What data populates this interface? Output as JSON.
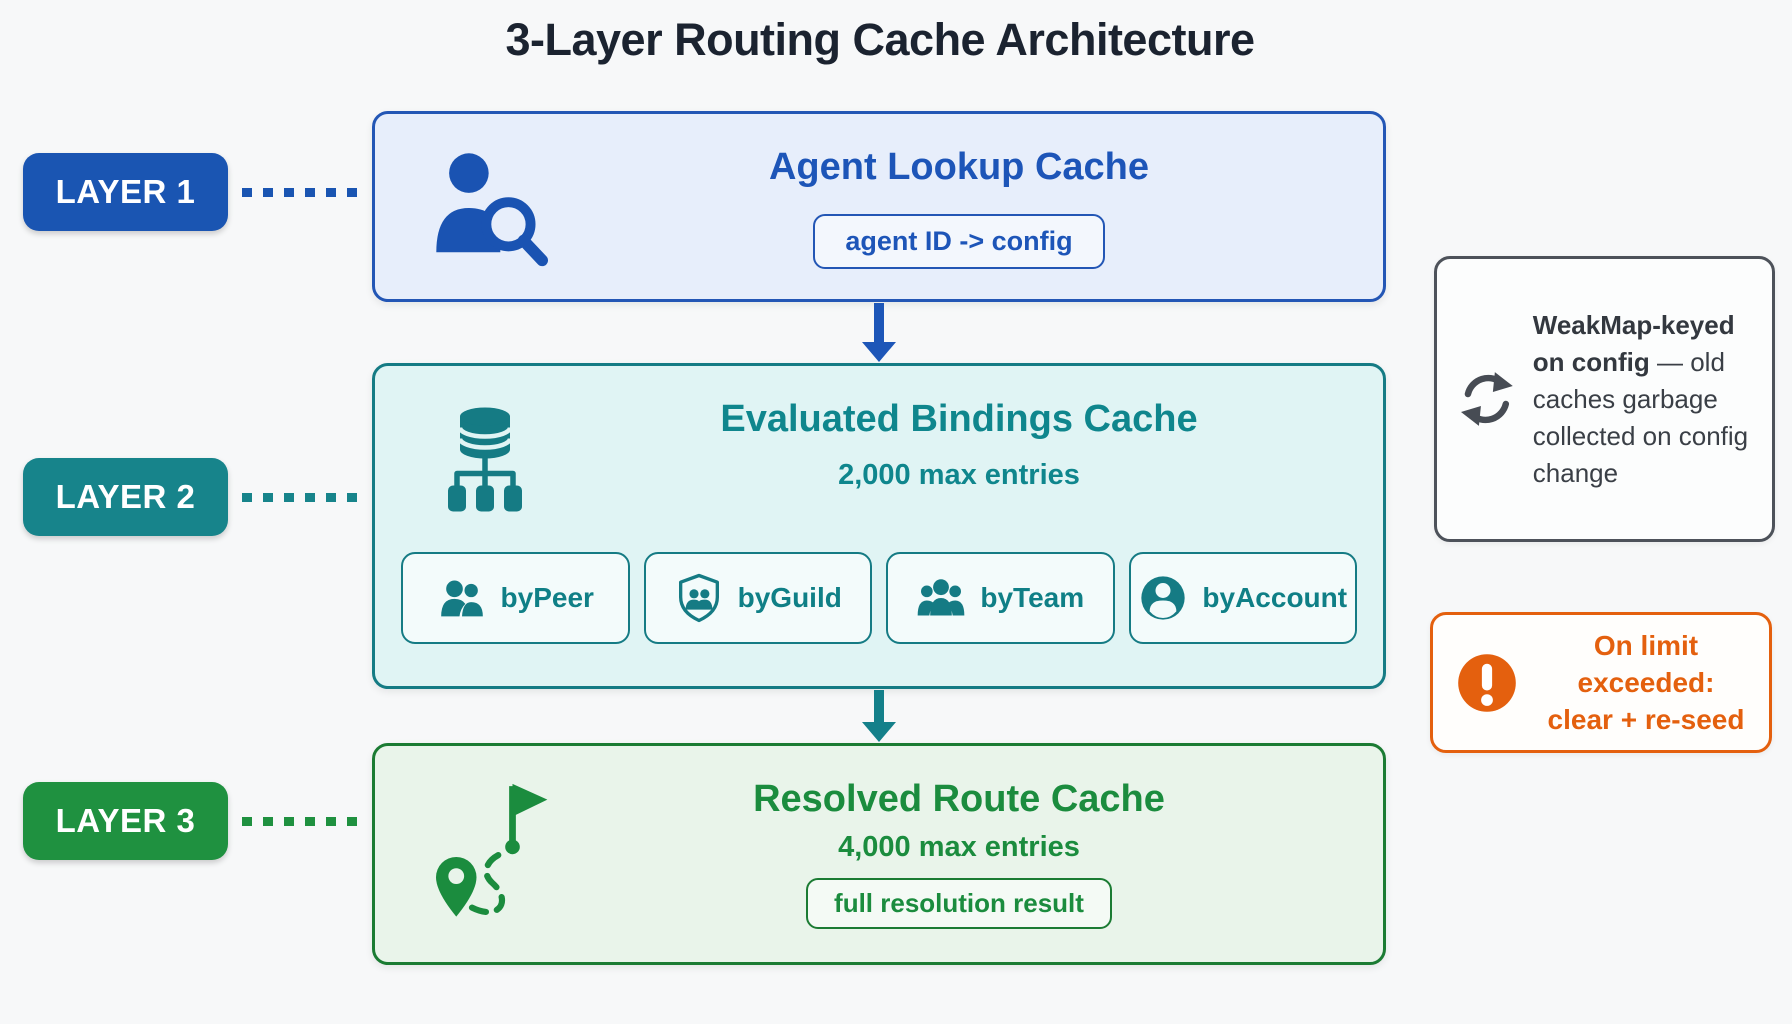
{
  "page": {
    "title": "3-Layer Routing Cache Architecture",
    "background": "#f7f8f9",
    "title_color": "#1b2330"
  },
  "layers": [
    {
      "label": "LAYER 1",
      "color": "#1a55b2"
    },
    {
      "label": "LAYER 2",
      "color": "#17848b"
    },
    {
      "label": "LAYER 3",
      "color": "#1f9140"
    }
  ],
  "boxes": {
    "agent_lookup": {
      "title": "Agent Lookup Cache",
      "pill": "agent ID -> config",
      "icon": "user-search-icon",
      "accent": "#1d55b8",
      "bg": "#e7eefb"
    },
    "evaluated_bindings": {
      "title": "Evaluated Bindings Cache",
      "subtitle": "2,000 max entries",
      "icon": "database-hierarchy-icon",
      "accent": "#0f868d",
      "bg": "#e0f4f4",
      "chips": [
        {
          "label": "byPeer",
          "icon": "two-people-icon"
        },
        {
          "label": "byGuild",
          "icon": "shield-people-icon"
        },
        {
          "label": "byTeam",
          "icon": "three-people-icon"
        },
        {
          "label": "byAccount",
          "icon": "person-circle-icon"
        }
      ]
    },
    "resolved_route": {
      "title": "Resolved Route Cache",
      "subtitle": "4,000 max entries",
      "pill": "full resolution result",
      "icon": "route-flag-icon",
      "accent": "#1b8c3e",
      "bg": "#e9f4ea"
    }
  },
  "annotations": {
    "weakmap_note": {
      "icon": "refresh-icon",
      "bold": "WeakMap-keyed on config",
      "rest": " — old caches garbage collected on config change",
      "border": "#4d525a"
    },
    "limit_note": {
      "icon": "warning-icon",
      "line1": "On limit exceeded:",
      "line2": "clear + re-seed",
      "color": "#e4600e"
    }
  }
}
